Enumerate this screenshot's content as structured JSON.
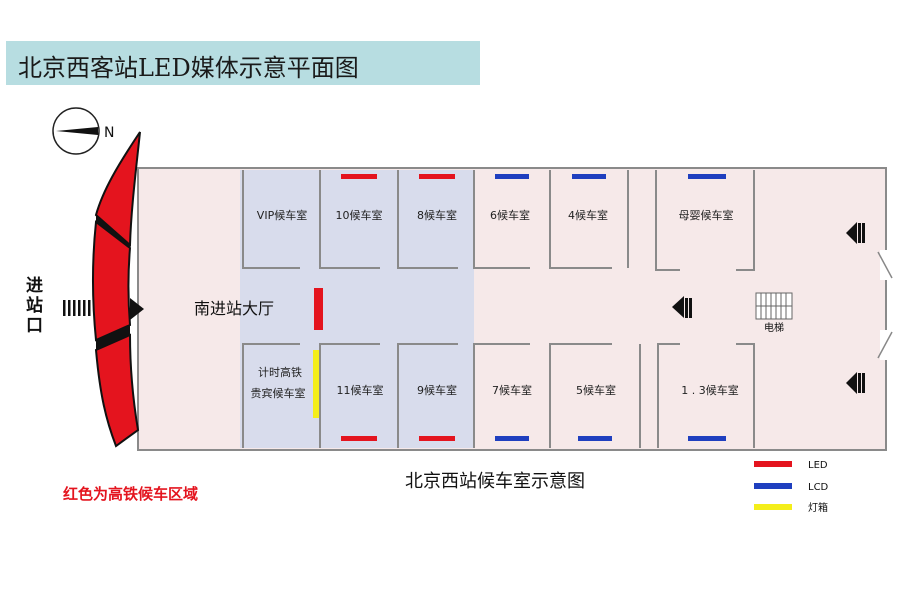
{
  "title": "北京西客站LED媒体示意平面图",
  "compass": "N",
  "entrance": [
    "进",
    "站",
    "口"
  ],
  "hall_label": "南进站大厅",
  "elevator_label": "电梯",
  "rooms_top": [
    "VIP候车室",
    "10候车室",
    "8候车室",
    "6候车室",
    "4候车室",
    "母婴候车室"
  ],
  "rooms_bottom": [
    "计时高铁",
    "贵宾候车室",
    "11候车室",
    "9候车室",
    "7候车室",
    "5候车室",
    "1 . 3候车室"
  ],
  "caption": "北京西站候车室示意图",
  "note": "红色为高铁候车区域",
  "legend": [
    {
      "label": "LED",
      "color": "#e4141e"
    },
    {
      "label": "LCD",
      "color": "#1f3fbf"
    },
    {
      "label": "灯箱",
      "color": "#f4ee1a"
    }
  ],
  "colors": {
    "building_fill": "#f6e9e9",
    "high_speed_zone": "#d8dcec",
    "led": "#e4141e",
    "lcd": "#1f3fbf",
    "lightbox": "#f4ee1a",
    "wall": "#8a8a8a"
  }
}
